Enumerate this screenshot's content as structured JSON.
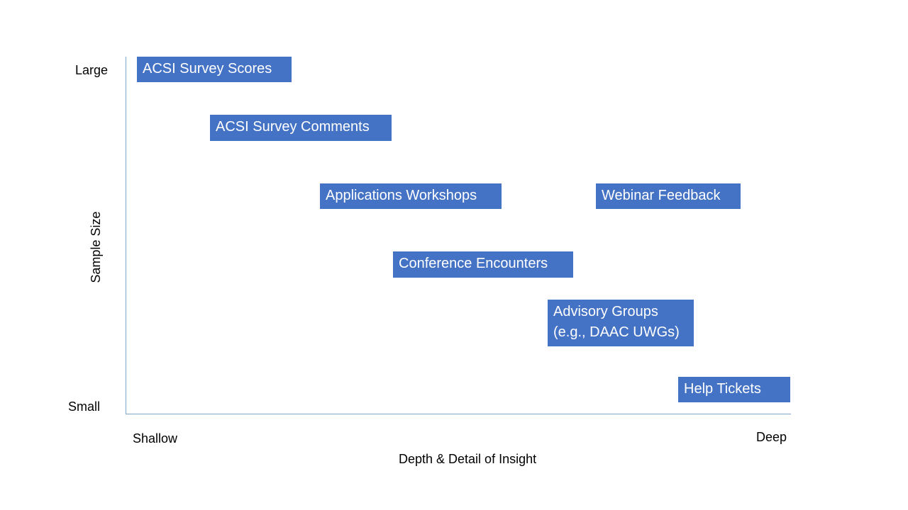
{
  "axes": {
    "y_title": "Sample Size",
    "y_high": "Large",
    "y_low": "Small",
    "x_title": "Depth & Detail of Insight",
    "x_low": "Shallow",
    "x_high": "Deep"
  },
  "boxes": [
    {
      "lines": [
        "ACSI Survey Scores"
      ]
    },
    {
      "lines": [
        "ACSI Survey Comments"
      ]
    },
    {
      "lines": [
        "Applications Workshops"
      ]
    },
    {
      "lines": [
        "Webinar Feedback"
      ]
    },
    {
      "lines": [
        "Conference Encounters"
      ]
    },
    {
      "lines": [
        "Advisory Groups",
        "(e.g., DAAC UWGs)"
      ]
    },
    {
      "lines": [
        "Help Tickets"
      ]
    }
  ],
  "colors": {
    "box_fill": "#4472c4",
    "box_text": "#ffffff",
    "axis_line": "#7fa6c9"
  }
}
